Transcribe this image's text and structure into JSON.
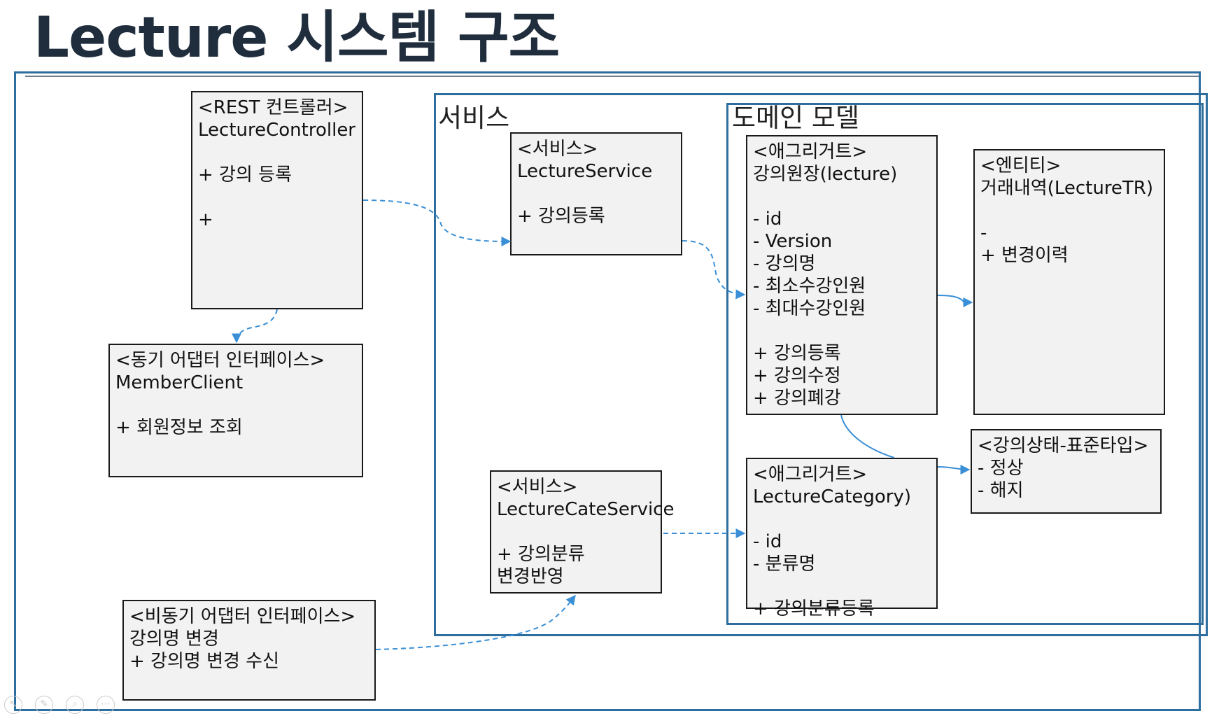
{
  "title": "Lecture 시스템 구조",
  "frames": {
    "service_label": "서비스",
    "domain_label": "도메인 모델"
  },
  "boxes": {
    "lecture_controller": {
      "lines": [
        "<REST 컨트롤러>",
        "LectureController",
        "",
        "+ 강의 등록",
        "",
        "+"
      ]
    },
    "member_client": {
      "lines": [
        "<동기 어댑터 인터페이스>",
        "MemberClient",
        "",
        "+ 회원정보 조회"
      ]
    },
    "async_adapter": {
      "lines": [
        "<비동기 어댑터 인터페이스>",
        "강의명 변경",
        "+ 강의명 변경 수신"
      ]
    },
    "lecture_service": {
      "lines": [
        "<서비스>",
        "LectureService",
        "",
        "+ 강의등록"
      ]
    },
    "lecture_cate_service": {
      "lines": [
        "<서비스>",
        "LectureCateService",
        "",
        "+ 강의분류",
        "변경반영"
      ]
    },
    "lecture_aggregate": {
      "lines": [
        "<애그리거트>",
        "강의원장(lecture)",
        "",
        "- id",
        "- Version",
        "- 강의명",
        "- 최소수강인원",
        "- 최대수강인원",
        "",
        "+ 강의등록",
        "+ 강의수정",
        "+ 강의폐강"
      ]
    },
    "transaction_entity": {
      "lines": [
        "<엔티티>",
        "거래내역(LectureTR)",
        "",
        "-",
        "+ 변경이력"
      ]
    },
    "status_type": {
      "lines": [
        "<강의상태-표준타입>",
        "- 정상",
        "- 해지"
      ]
    },
    "category_aggregate": {
      "lines": [
        "<애그리거트>",
        "LectureCategory)",
        "",
        "- id",
        "- 분류명",
        "",
        "+ 강의분류등록"
      ]
    }
  },
  "colors": {
    "frame": "#2e6e9e",
    "arrow": "#3a8fd6",
    "box_fill": "#f2f2f2",
    "title": "#1f2d3d"
  }
}
